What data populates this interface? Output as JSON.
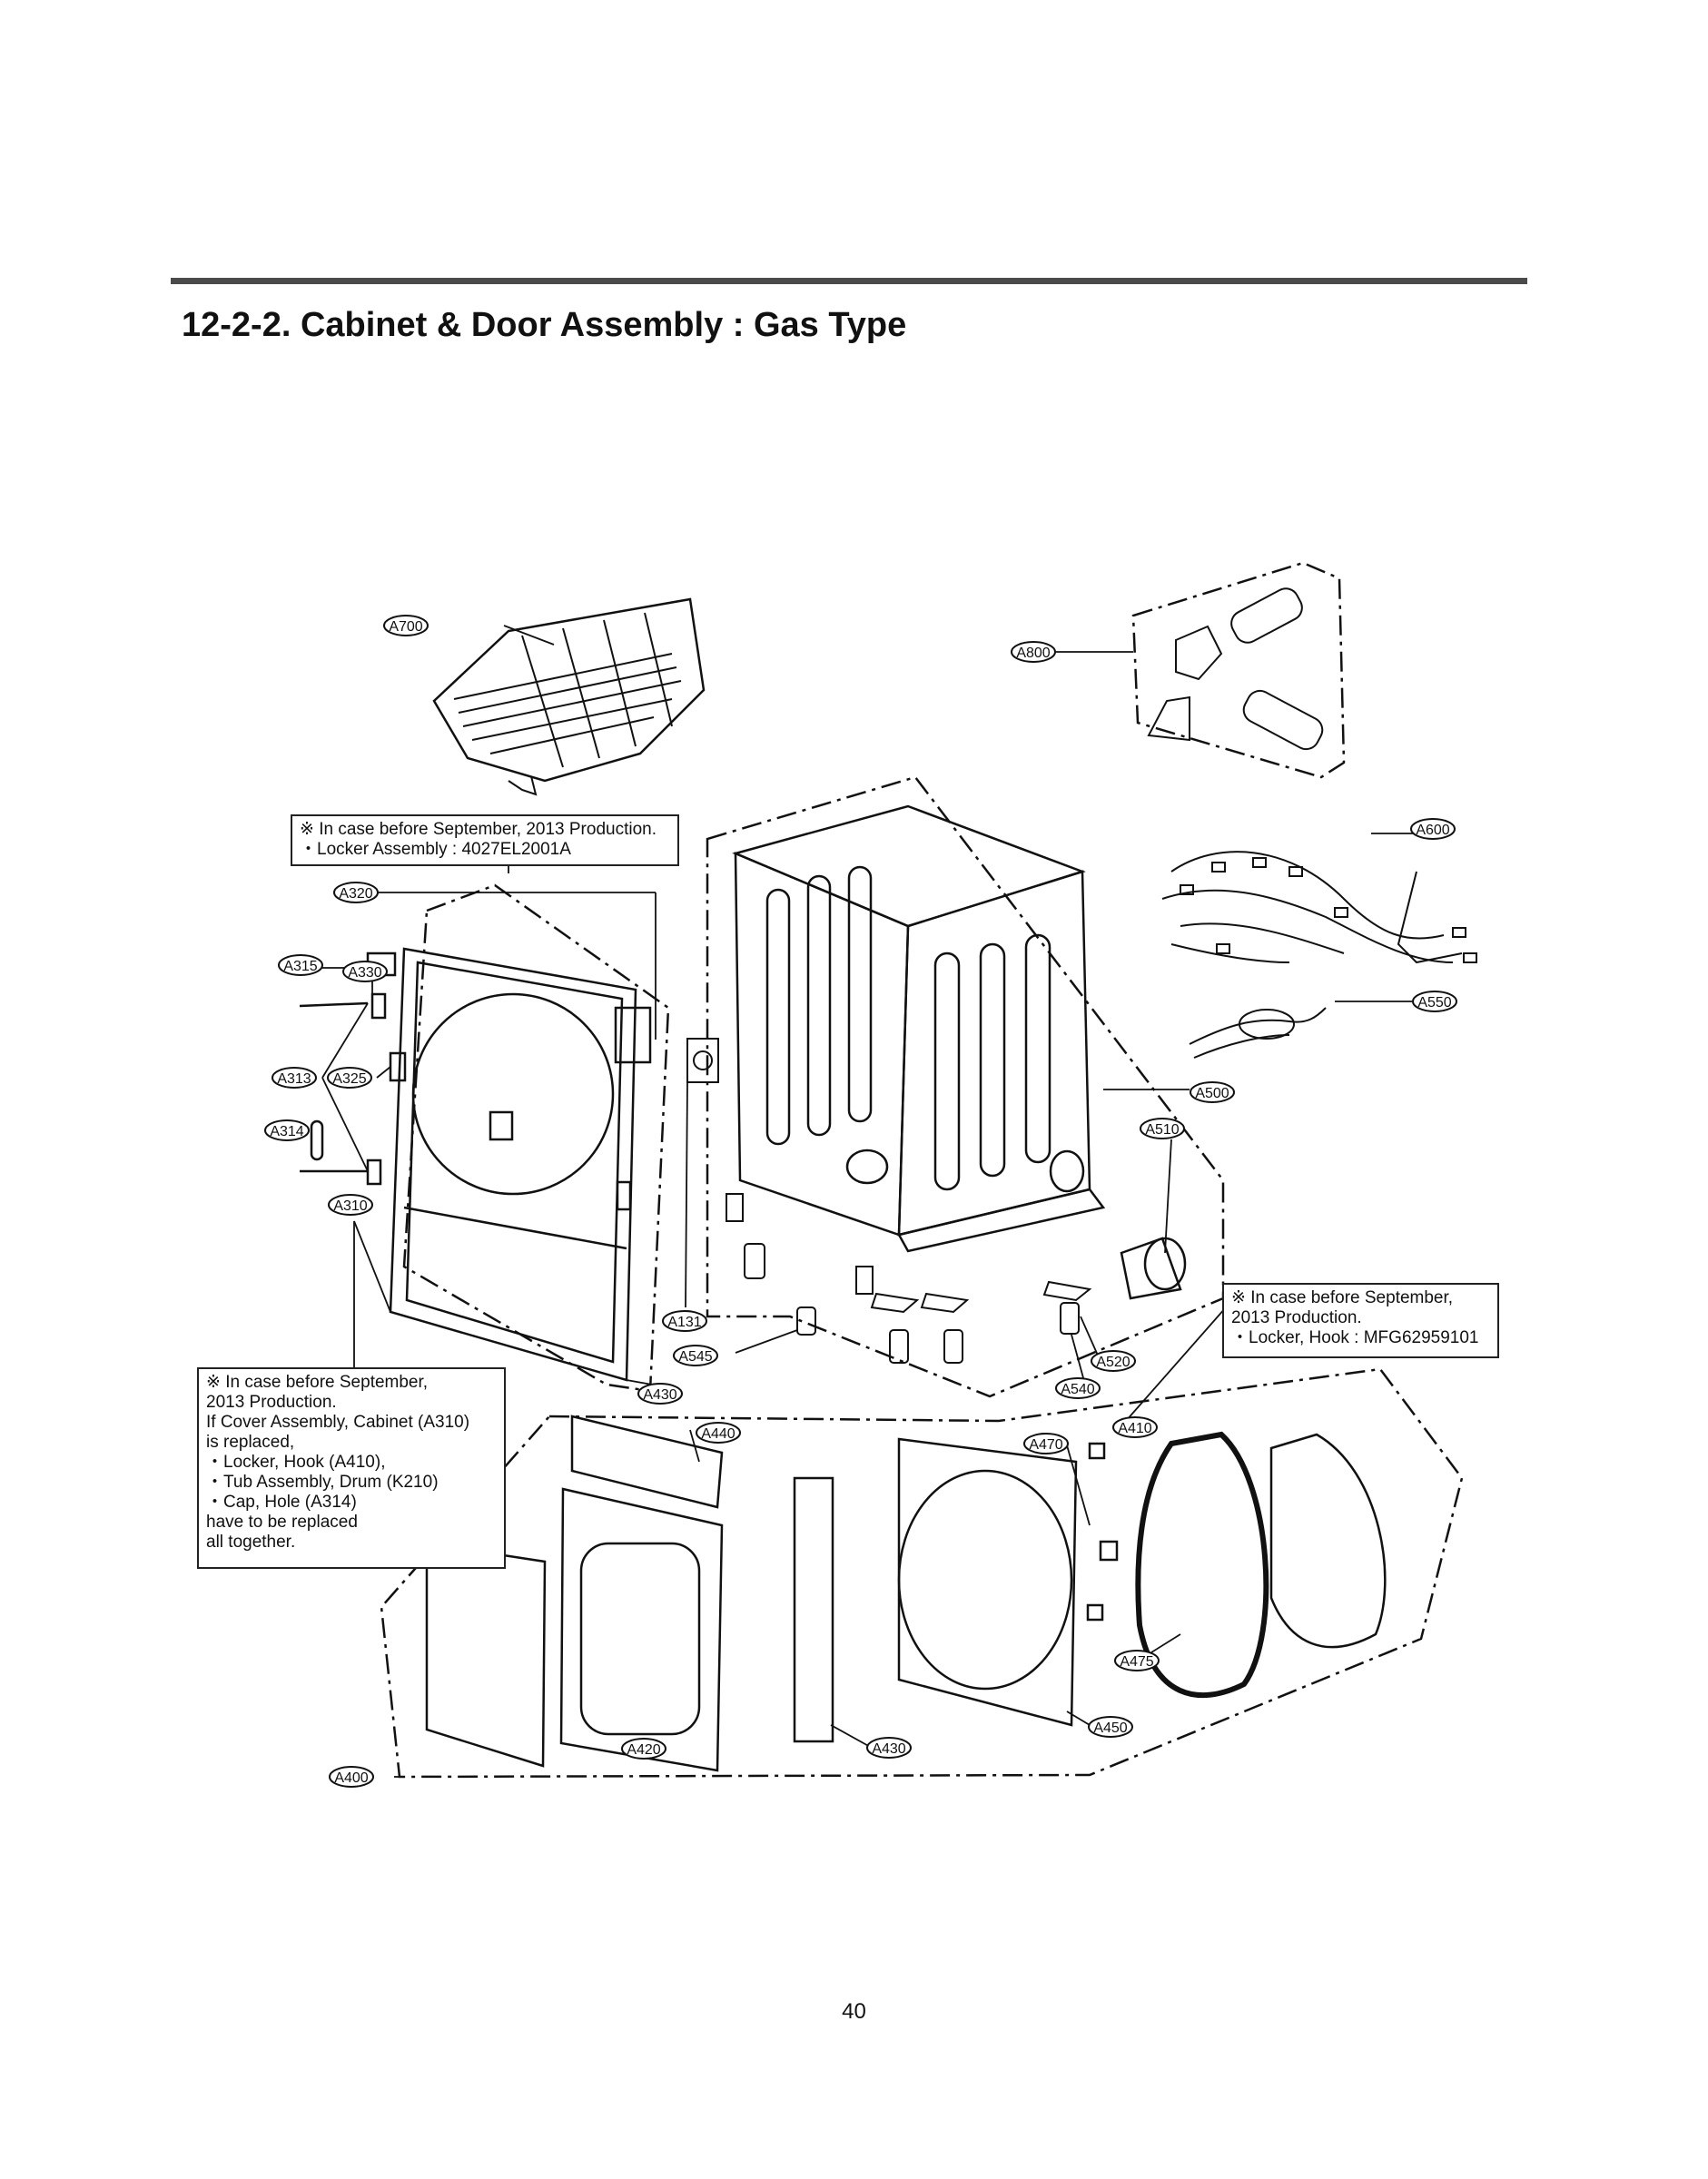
{
  "page": {
    "title": "12-2-2. Cabinet & Door Assembly : Gas Type",
    "page_number": "40"
  },
  "notes": {
    "top": {
      "line1": "※ In case before September, 2013 Production.",
      "line2": "・Locker Assembly : 4027EL2001A"
    },
    "right": {
      "line1": "※ In case before September,",
      "line2": "2013 Production.",
      "line3": "・Locker, Hook : MFG62959101"
    },
    "left": {
      "line1": "※ In case before September,",
      "line2": "2013 Production.",
      "line3": "If Cover Assembly, Cabinet (A310)",
      "line4": "is replaced,",
      "line5": "・Locker, Hook (A410),",
      "line6": "・Tub Assembly, Drum (K210)",
      "line7": "・Cap, Hole (A314)",
      "line8": "have to be replaced",
      "line9": "all together."
    }
  },
  "callouts": {
    "a700": "A700",
    "a800": "A800",
    "a600": "A600",
    "a550": "A550",
    "a500": "A500",
    "a510": "A510",
    "a320": "A320",
    "a315": "A315",
    "a330": "A330",
    "a313": "A313",
    "a325": "A325",
    "a314": "A314",
    "a310": "A310",
    "a131": "A131",
    "a545": "A545",
    "a430_top": "A430",
    "a520": "A520",
    "a540": "A540",
    "a410": "A410",
    "a440": "A440",
    "a470": "A470",
    "a475": "A475",
    "a450": "A450",
    "a430_bottom": "A430",
    "a420": "A420",
    "a400": "A400"
  }
}
